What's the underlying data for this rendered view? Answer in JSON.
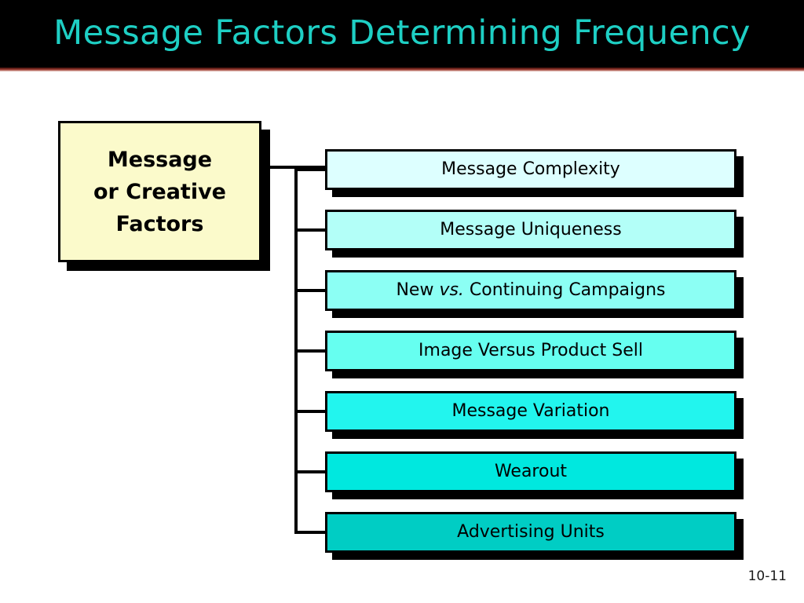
{
  "slide": {
    "title": "Message Factors Determining Frequency",
    "title_color": "#1ecfc4",
    "header_background": "#000000",
    "header_rule_color": "#8e3228",
    "page_number": "10-11",
    "background": "#ffffff"
  },
  "diagram": {
    "type": "tree",
    "root": {
      "label": "Message\nor Creative\nFactors",
      "fill": "#fbfacb",
      "border": "#000000",
      "shadow": "#000000"
    },
    "children": [
      {
        "label": "Message Complexity",
        "fill": "#ddffff"
      },
      {
        "label": "Message Uniqueness",
        "fill": "#b3fff8"
      },
      {
        "label": "New vs. Continuing Campaigns",
        "fill": "#8cfff4",
        "italic_word": "vs."
      },
      {
        "label": "Image Versus Product Sell",
        "fill": "#66fff0"
      },
      {
        "label": "Message Variation",
        "fill": "#22f5ee"
      },
      {
        "label": "Wearout",
        "fill": "#00e8df"
      },
      {
        "label": "Advertising Units",
        "fill": "#00cdc4"
      }
    ]
  }
}
